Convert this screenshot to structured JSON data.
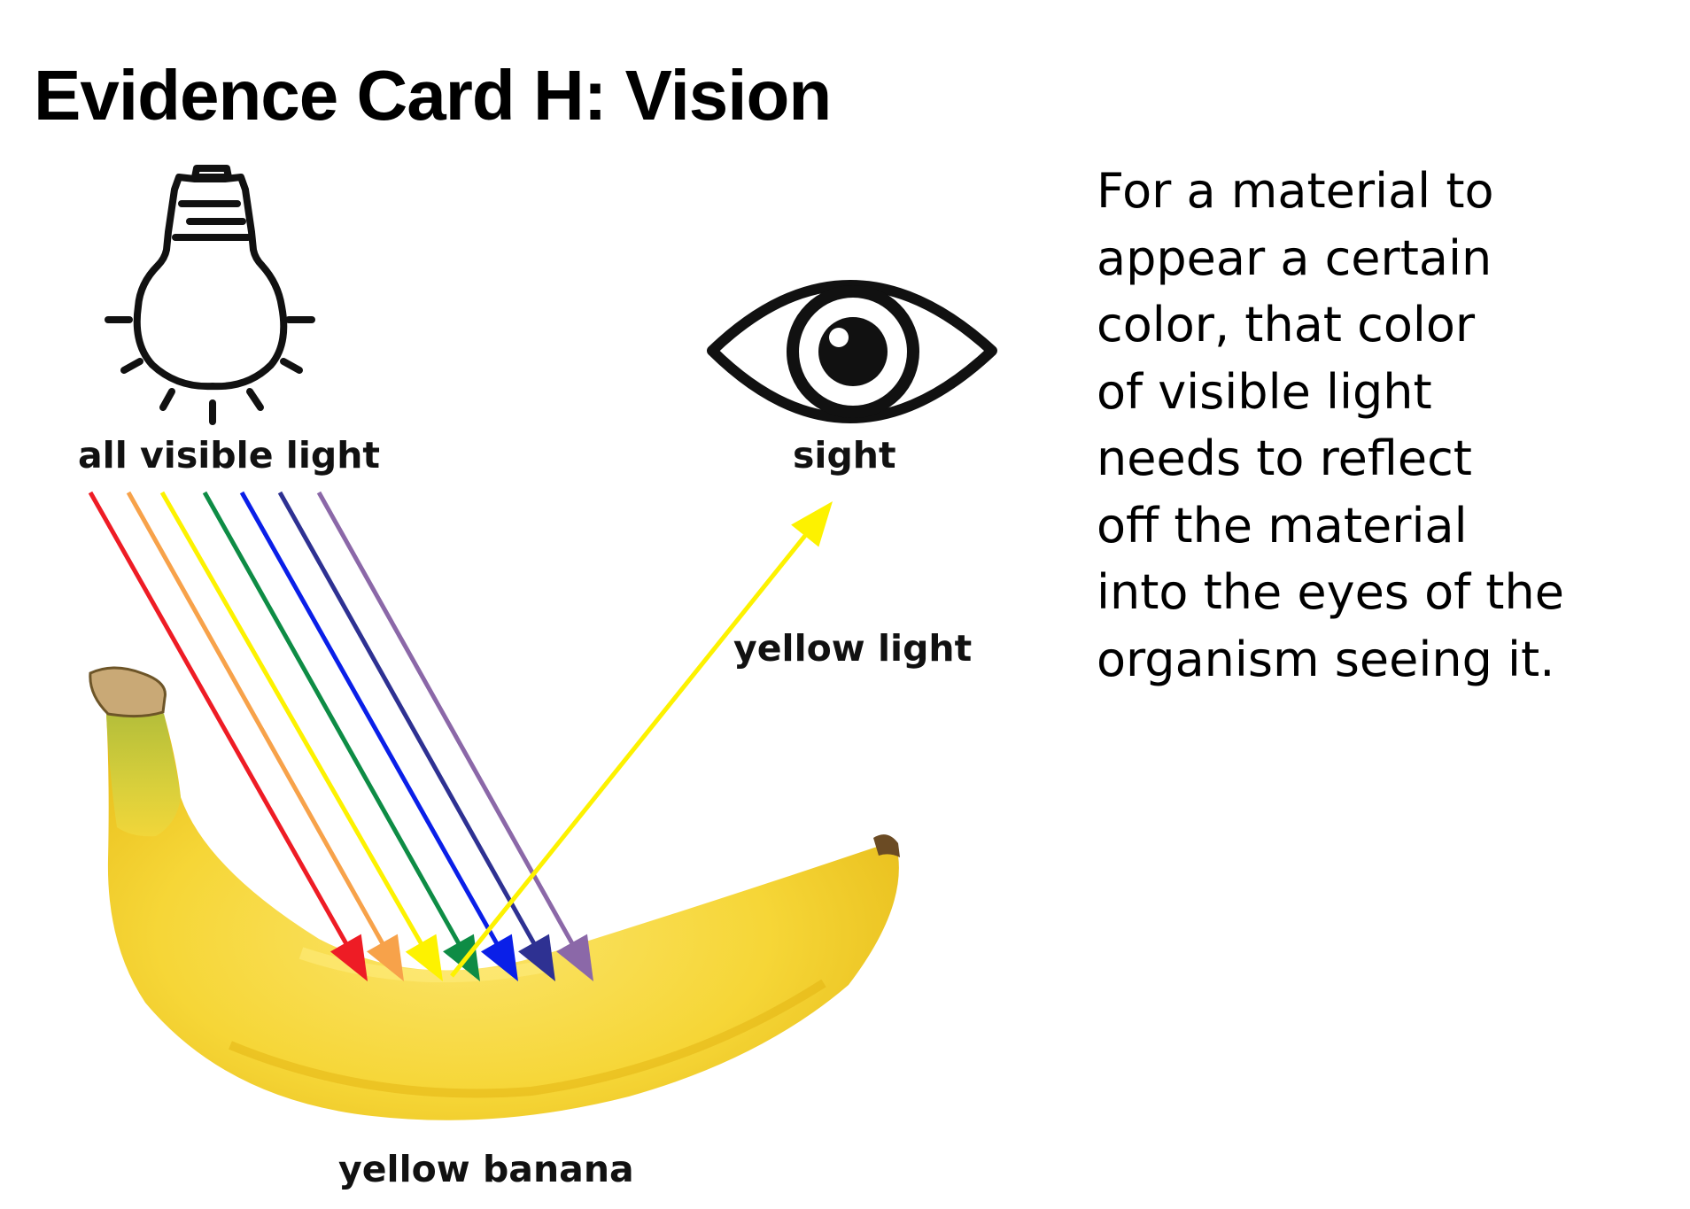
{
  "title": "Evidence Card H: Vision",
  "labels": {
    "light_source": "all visible light",
    "sight": "sight",
    "reflected": "yellow light",
    "object": "yellow banana"
  },
  "explanation_lines": [
    "For a material to",
    "appear a certain",
    "color, that color",
    "of visible light",
    "needs to reflect",
    "off the material",
    "into the eyes of the",
    "organism seeing it."
  ],
  "icons": {
    "light": "light-bulb-icon",
    "eye": "eye-icon",
    "banana": "banana-illustration"
  },
  "incoming_rays": [
    {
      "color_name": "red",
      "color": "#ee1c25"
    },
    {
      "color_name": "orange",
      "color": "#f7a24a"
    },
    {
      "color_name": "yellow",
      "color": "#fdf200"
    },
    {
      "color_name": "green",
      "color": "#0e8c45"
    },
    {
      "color_name": "blue",
      "color": "#0a1fe8"
    },
    {
      "color_name": "indigo",
      "color": "#2e3192"
    },
    {
      "color_name": "violet",
      "color": "#8b68a8"
    }
  ],
  "reflected_ray": {
    "color_name": "yellow",
    "color": "#fdf200"
  }
}
